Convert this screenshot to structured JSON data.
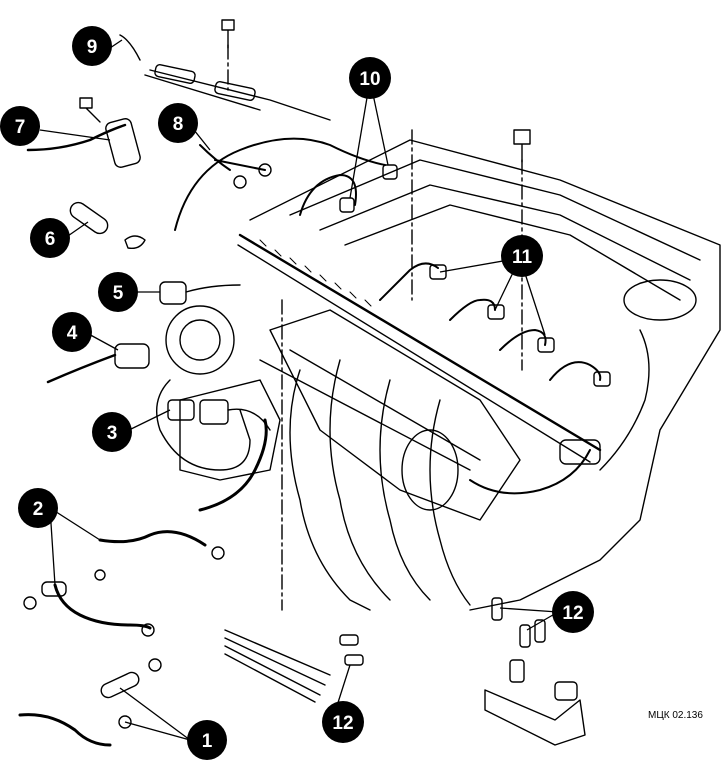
{
  "figure": {
    "callouts": [
      {
        "key": "c1",
        "label": "1"
      },
      {
        "key": "c2",
        "label": "2"
      },
      {
        "key": "c3",
        "label": "3"
      },
      {
        "key": "c4",
        "label": "4"
      },
      {
        "key": "c5",
        "label": "5"
      },
      {
        "key": "c6",
        "label": "6"
      },
      {
        "key": "c7",
        "label": "7"
      },
      {
        "key": "c8",
        "label": "8"
      },
      {
        "key": "c9",
        "label": "9"
      },
      {
        "key": "c10",
        "label": "10"
      },
      {
        "key": "c11",
        "label": "11"
      },
      {
        "key": "c12a",
        "label": "12"
      },
      {
        "key": "c12b",
        "label": "12"
      }
    ],
    "figure_code": "МЦК 02.136"
  },
  "colors": {
    "ink": "#000000",
    "paper": "#ffffff",
    "callout_fill": "#000000",
    "callout_text": "#ffffff"
  }
}
